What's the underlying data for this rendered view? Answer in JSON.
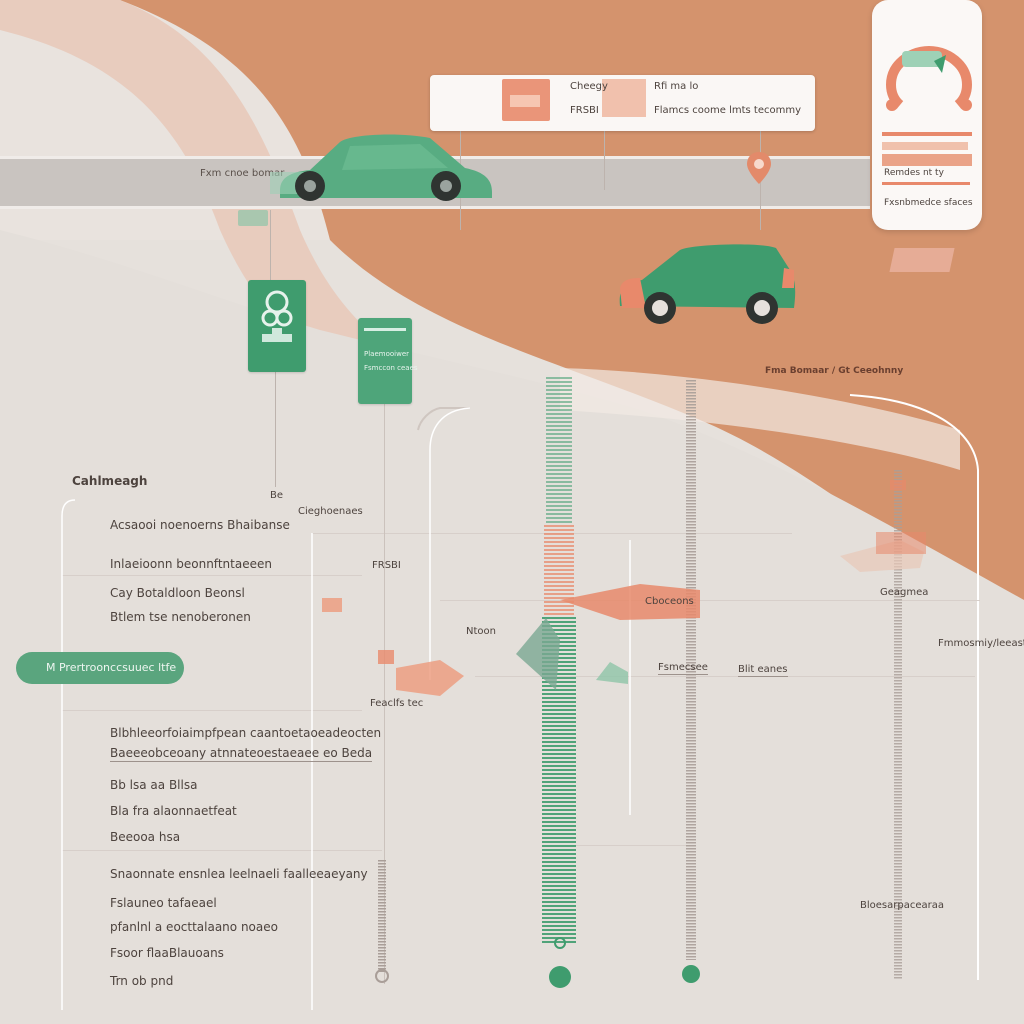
{
  "colors": {
    "background": "#e6e1dc",
    "terracotta": "#d4926b",
    "road": "#c9c3bf",
    "green": "#3f9c6e",
    "salmon": "#e8896b",
    "phone": "#fbf8f6"
  },
  "icons": {
    "phone_app": "rounded-app-icon",
    "sign_a": "map-pin-sign",
    "sign_b": "info-sign",
    "road_marker": "pin-icon"
  },
  "billboard": {
    "label_left": "Cheegy",
    "label_mid": "FRSBI",
    "label_right_top": "Rfi ma lo",
    "label_right_bottom": "Flamcs coome lmts tecommy"
  },
  "road_caption": "Fxm cnoe bomar",
  "phone": {
    "line_a": "Remdes nt ty",
    "line_b": "Fxsnbmedce sfaces"
  },
  "sign_b_text": {
    "line_1": "Plaemooiwer",
    "line_2": "Fsmccon ceaes"
  },
  "right_header": "Fma Bomaar / Gt Ceeohnny",
  "labels": {
    "left_title": "Cahlmeagh",
    "cal_small": "Be",
    "right_of_cal": "Cieghoenaes",
    "row_1": "Acsaooi noenoerns Bhaibanse",
    "row_2": "Inlaeioonn beonnftntaeeen",
    "row_3": "Cay Botaldloon Beonsl",
    "row_4": "Btlem tse nenoberonen",
    "mid_frsbi": "FRSBI",
    "mid_label": "Cboceons",
    "right_label": "Geagmea",
    "far_right_top": "Fmmosmiy/leeast",
    "mid_small": "Ntoon",
    "arrow_label": "Fsmecsee",
    "right_label_2": "Blit eanes",
    "mid_small_2": "Feaclfs tec",
    "pill": "M  Prertroonccsuuec ltfe",
    "row_5": "Blbhleeorfoiaimpfpean caantoetaoeadeocten",
    "row_6": "Baeeeobceoany atnnateoestaeaee eo Beda",
    "row_7": "Bb lsa aa Bllsa",
    "row_8": "Bla fra alaonnaetfeat",
    "row_9": "Beeooa hsa",
    "row_10": "Snaonnate ensnlea leelnaeli faalleeaeyany",
    "row_11": "Fslauneo tafaeael",
    "row_12": "pfanlnl a eocttalaano noaeo",
    "row_13": "Fsoor flaaBlauoans",
    "row_14": "Trn ob pnd",
    "far_right_bottom": "Bloesarpacearaa"
  }
}
